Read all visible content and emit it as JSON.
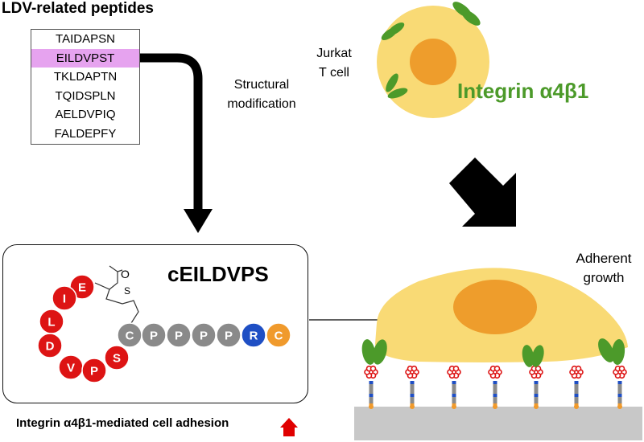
{
  "title": "LDV-related peptides",
  "peptides": [
    "TAIDAPSN",
    "EILDVPST",
    "TKLDAPTN",
    "TQIDSPLN",
    "AELDVPIQ",
    "FALDEPFY"
  ],
  "highlighted_peptide": "EILDVPST",
  "structural_modification": [
    "Structural",
    "modification"
  ],
  "jurkat_label": [
    "Jurkat",
    "T cell"
  ],
  "integrin_label": "Integrin α4β1",
  "adherent_growth": [
    "Adherent",
    "growth"
  ],
  "cyclic_peptide_name": "cEILDVPS",
  "ring_residues": [
    "E",
    "I",
    "L",
    "D",
    "V",
    "P",
    "S"
  ],
  "linker_atoms": [
    "O",
    "S"
  ],
  "chain_residues": [
    "C",
    "P",
    "P",
    "P",
    "P",
    "R",
    "C"
  ],
  "adhesion_label": "Integrin α4β1-mediated cell adhesion",
  "colors": {
    "ring_residue": "#dd1414",
    "gray_residue": "#8a8a8a",
    "arginine": "#1f4fc4",
    "terminal_cysteine": "#f09a2c",
    "highlight": "#e6a3ef",
    "integrin_green": "#4c9a2a",
    "cell_body": "#f9da75",
    "nucleus": "#ee9d2c",
    "surface": "#c8c8c8",
    "up_arrow": "#e00000"
  },
  "icons": [
    "down-arrow-icon",
    "diagonal-arrow-icon",
    "up-arrow-icon",
    "flower-ligand-icon"
  ]
}
